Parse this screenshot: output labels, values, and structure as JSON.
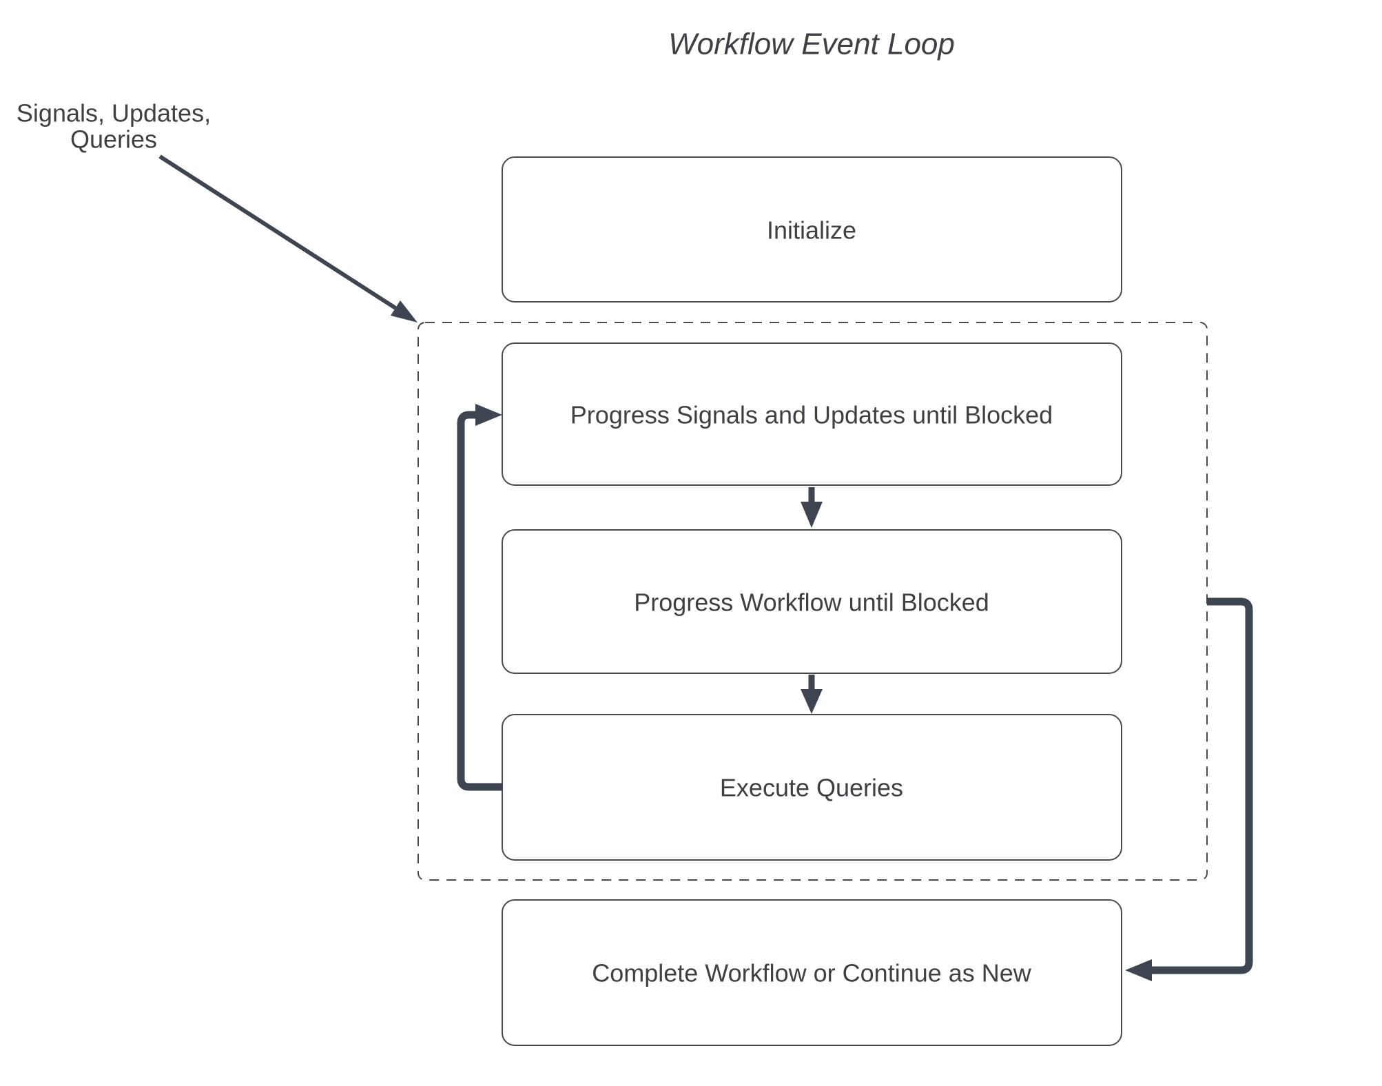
{
  "title": "Workflow Event Loop",
  "external_input": {
    "label_line1": "Signals, Updates,",
    "label_line2": "Queries"
  },
  "nodes": {
    "initialize": {
      "label": "Initialize"
    },
    "progress_signals": {
      "label": "Progress Signals and Updates until Blocked"
    },
    "progress_workflow": {
      "label": "Progress Workflow until Blocked"
    },
    "execute_queries": {
      "label": "Execute Queries"
    },
    "complete": {
      "label": "Complete Workflow or Continue as New"
    }
  },
  "arrows": {
    "external_to_loop": "signals-updates-queries-into-event-loop",
    "signals_to_workflow": "progress-signals-to-progress-workflow",
    "workflow_to_queries": "progress-workflow-to-execute-queries",
    "queries_loop_back": "execute-queries-back-to-progress-signals",
    "loop_to_complete": "event-loop-to-complete-workflow"
  },
  "colors": {
    "background": "#FFFFFF",
    "box_border": "#4A4A4A",
    "dashed_border": "#4A4A4A",
    "text": "#3F4044",
    "arrow": "#3E4551"
  }
}
